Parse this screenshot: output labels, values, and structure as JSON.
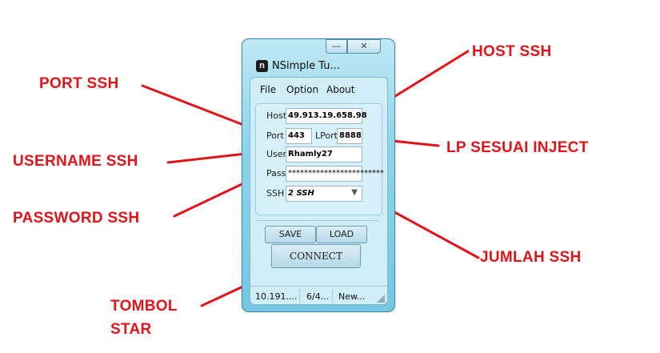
{
  "window": {
    "title": "NSimple Tu...",
    "app_icon_letter": "n",
    "minimize_glyph": "—",
    "close_glyph": "✕"
  },
  "menu": [
    "File",
    "Option",
    "About"
  ],
  "form": {
    "host_label": "Host",
    "host_value": "49.913.19.658.98",
    "port_label": "Port",
    "port_value": "443",
    "lport_label": "LPort",
    "lport_value": "8888",
    "user_label": "User",
    "user_value": "Rhamly27",
    "pass_label": "Pass",
    "pass_value": "************************",
    "ssh_label": "SSH",
    "ssh_value": "2 SSH"
  },
  "buttons": {
    "save": "SAVE",
    "load": "LOAD",
    "connect": "CONNECT"
  },
  "status": [
    "10.191....",
    "6/4...",
    "New..."
  ],
  "annotations": {
    "port_ssh": "PORT SSH",
    "host_ssh": "HOST SSH",
    "username_ssh": "USERNAME SSH",
    "lp_sesuai_inject": "LP SESUAI INJECT",
    "password_ssh": "PASSWORD SSH",
    "jumlah_ssh": "JUMLAH SSH",
    "tombol": "TOMBOL",
    "star": "STAR"
  },
  "colors": {
    "annotation": "#e0151b",
    "window_frame": "#8fd3ea"
  }
}
